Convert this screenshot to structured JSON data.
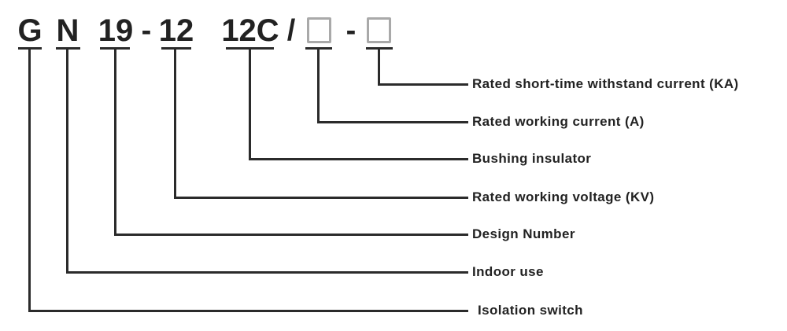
{
  "model_code": {
    "letter_g": "G",
    "letter_n": "N",
    "design_number": "19",
    "hyphen_1": "-",
    "voltage": "12",
    "bushing_code": "12C",
    "slash": "/",
    "hyphen_2": "-"
  },
  "branch_labels": [
    "Rated short-time withstand current (KA)",
    "Rated working current (A)",
    "Bushing insulator",
    "Rated working voltage (KV)",
    "Design Number",
    "Indoor use",
    "Isolation switch"
  ],
  "colors": {
    "line": "#2b2b2b",
    "text": "#222222",
    "box_border": "#a9a9a9",
    "background": "#ffffff"
  }
}
